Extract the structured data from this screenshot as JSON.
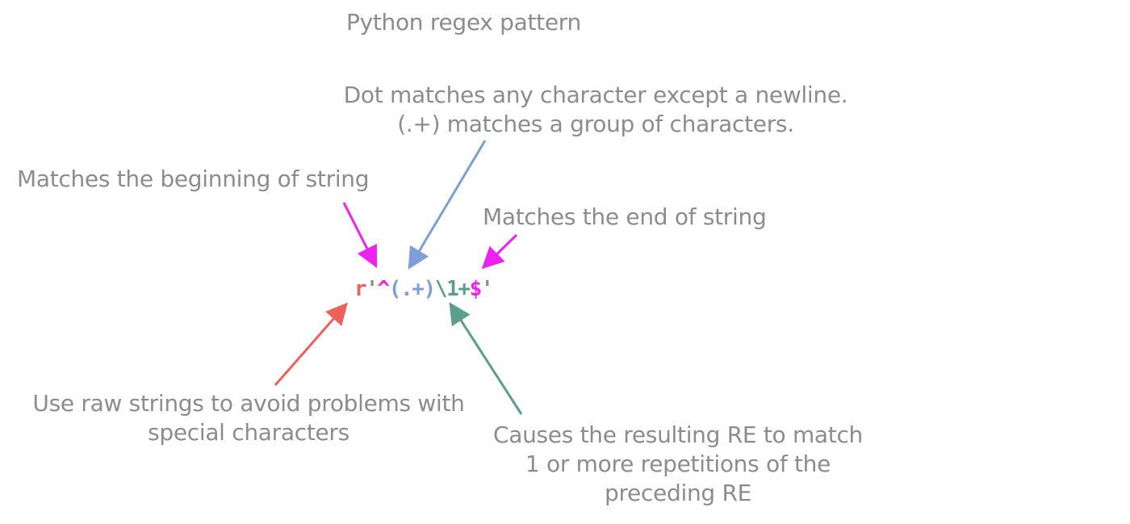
{
  "title": "Python regex pattern",
  "annotations": {
    "dot": {
      "lines": [
        "Dot matches any character except a newline.",
        "(.+) matches a group of characters."
      ],
      "color": "#7b9fd6"
    },
    "begin": {
      "lines": [
        "Matches the beginning of string"
      ],
      "color": "#f020f0"
    },
    "end": {
      "lines": [
        "Matches the end of string"
      ],
      "color": "#f020f0"
    },
    "raw": {
      "lines": [
        "Use raw strings to avoid problems with",
        "special characters"
      ],
      "color": "#f0605a"
    },
    "repeat": {
      "lines": [
        "Causes the resulting RE to match",
        "1 or more repetitions of the",
        "preceding RE"
      ],
      "color": "#5a9e8c"
    }
  },
  "regex": {
    "tokens": [
      {
        "text": "r",
        "color": "#f0605a"
      },
      {
        "text": "'",
        "color": "#8c8c8c"
      },
      {
        "text": "^",
        "color": "#f020f0"
      },
      {
        "text": "(.+)",
        "color": "#7b9fd6"
      },
      {
        "text": "\\1+",
        "color": "#5a9e8c"
      },
      {
        "text": "$",
        "color": "#f020f0"
      },
      {
        "text": "'",
        "color": "#8c8c8c"
      }
    ]
  },
  "text_color": "#8c8c8c"
}
